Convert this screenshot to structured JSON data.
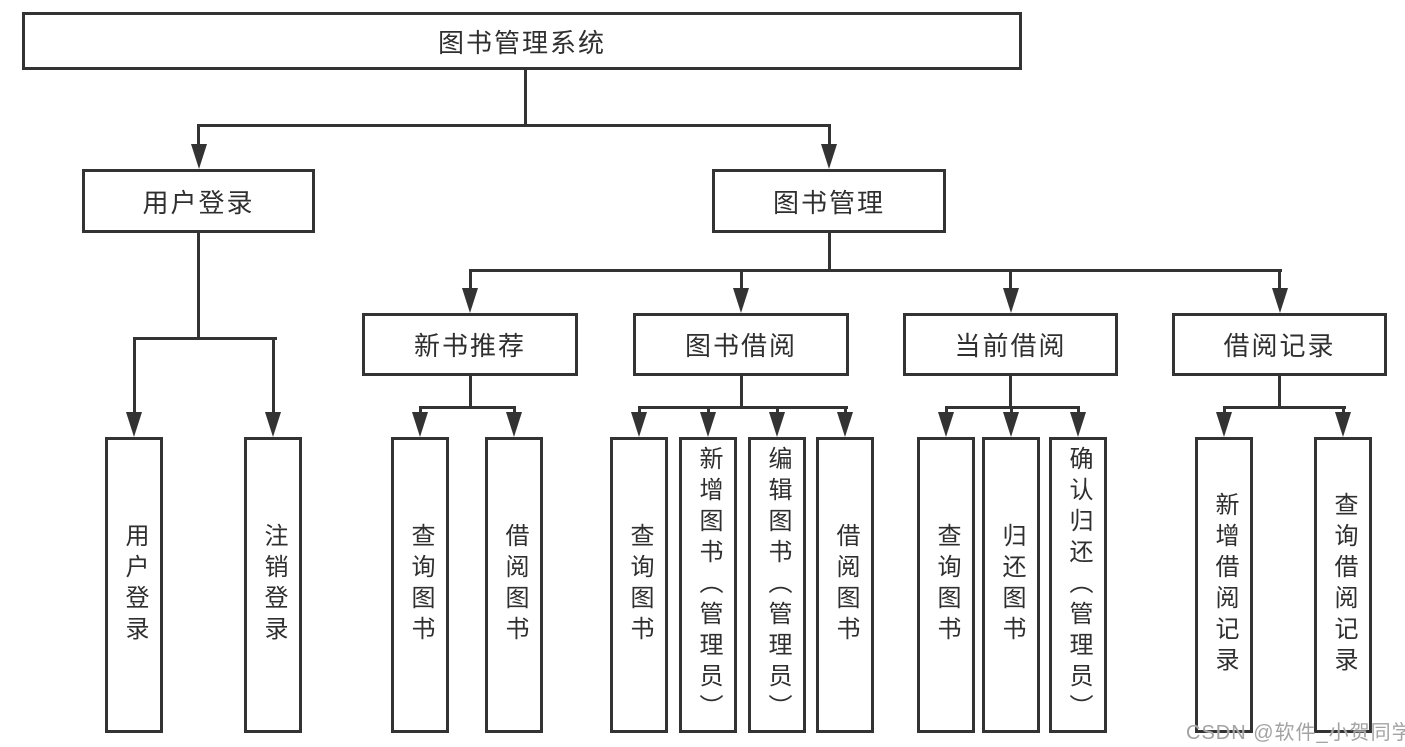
{
  "diagram": {
    "root_label": "图书管理系统",
    "level2": [
      {
        "label": "用户登录"
      },
      {
        "label": "图书管理"
      }
    ],
    "level3": [
      {
        "label": "新书推荐"
      },
      {
        "label": "图书借阅"
      },
      {
        "label": "当前借阅"
      },
      {
        "label": "借阅记录"
      }
    ],
    "leaves": {
      "login": [
        "用户登录",
        "注销登录"
      ],
      "newbook": [
        "查询图书",
        "借阅图书"
      ],
      "borrow": [
        "查询图书",
        "新增图书（管理员）",
        "编辑图书（管理员）",
        "借阅图书"
      ],
      "current": [
        "查询图书",
        "归还图书",
        "确认归还（管理员）"
      ],
      "records": [
        "新增借阅记录",
        "查询借阅记录"
      ]
    }
  },
  "watermark": {
    "text": "CSDN @软件_小贺同学"
  },
  "colors": {
    "line": "#333333",
    "text": "#2f2f2f",
    "background": "#ffffff",
    "watermark": "#a3a3a3"
  }
}
